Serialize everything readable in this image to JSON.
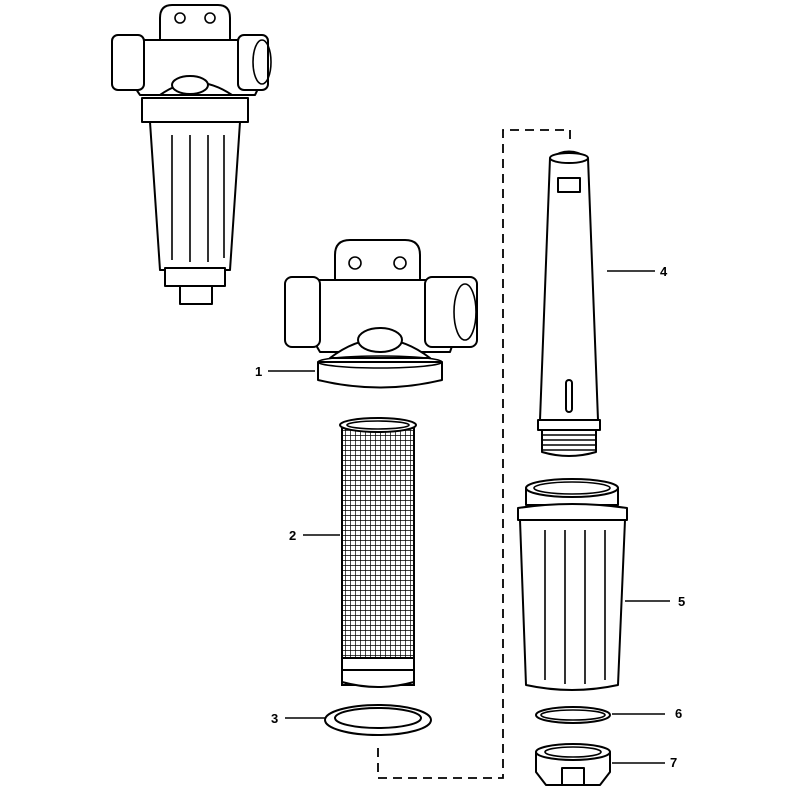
{
  "diagram": {
    "callouts": [
      {
        "number": "1",
        "part": "filter-head"
      },
      {
        "number": "2",
        "part": "filter-screen"
      },
      {
        "number": "3",
        "part": "gasket"
      },
      {
        "number": "4",
        "part": "inner-tube"
      },
      {
        "number": "5",
        "part": "filter-bowl"
      },
      {
        "number": "6",
        "part": "o-ring"
      },
      {
        "number": "7",
        "part": "bowl-nut"
      }
    ]
  }
}
